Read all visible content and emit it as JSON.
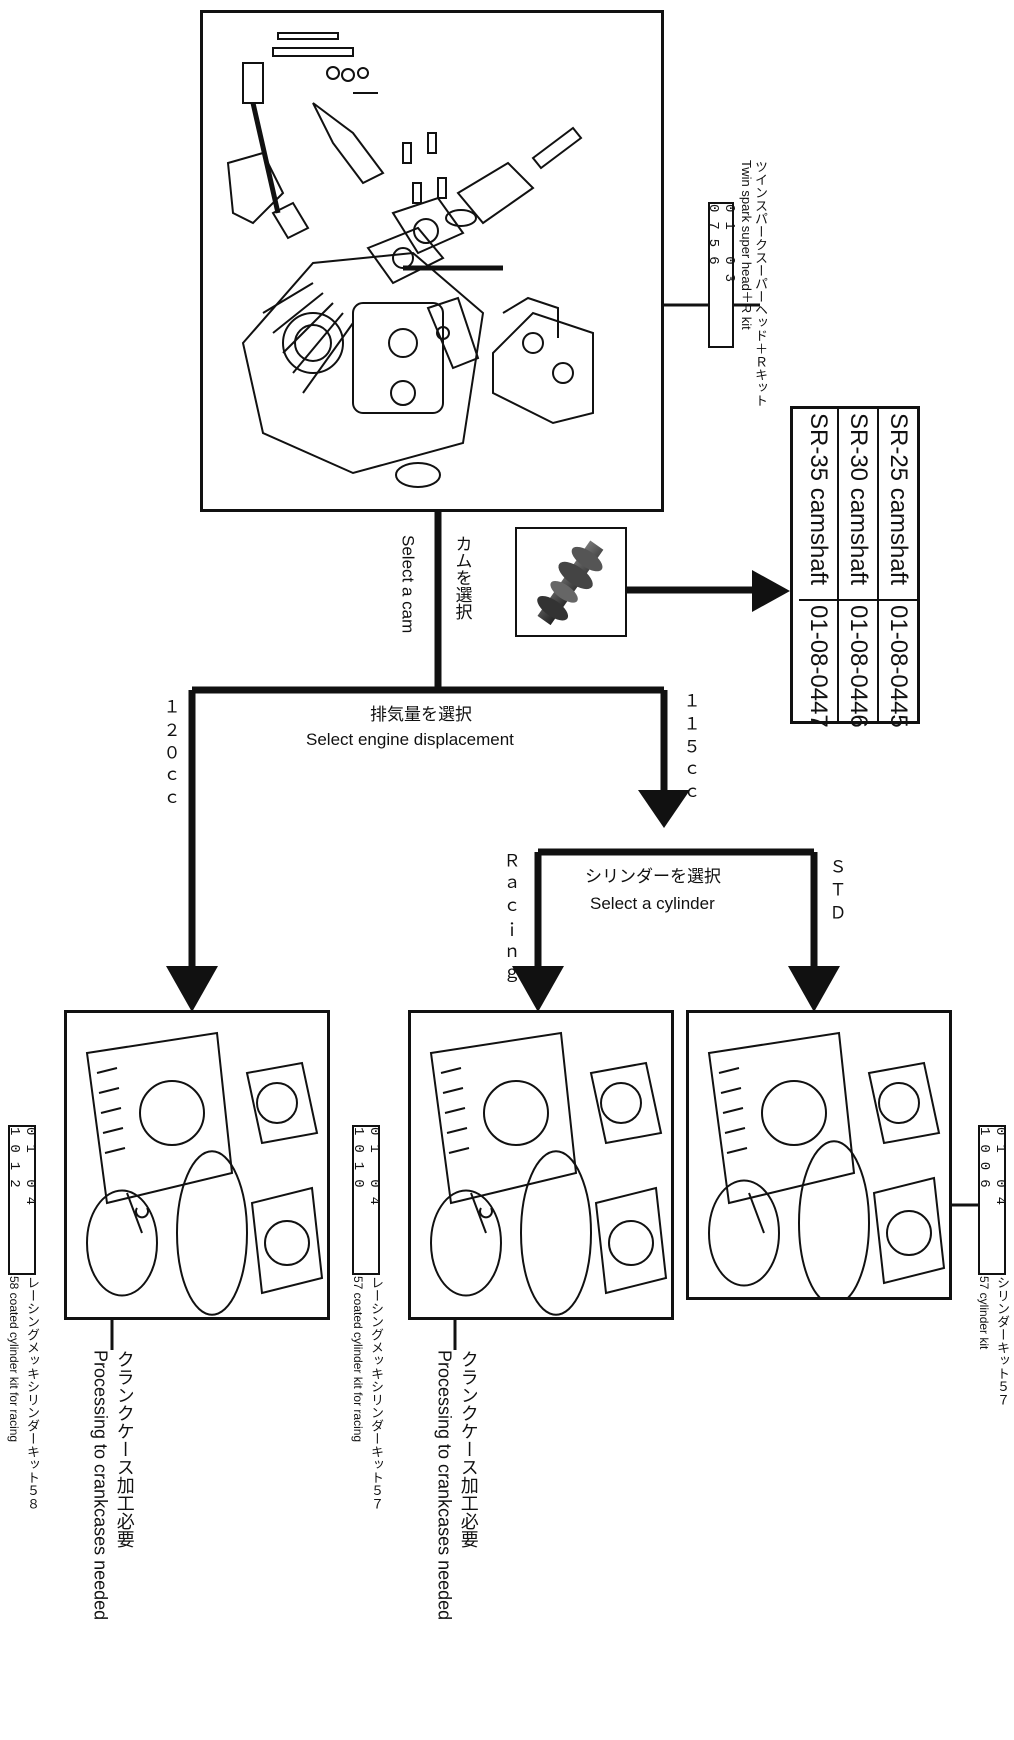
{
  "head_kit": {
    "code": "01  03  0756",
    "label_ja": "ツインスパークスーパーヘッド＋Ｒキット",
    "label_en": "Twin spark super head＋R kit"
  },
  "cam": {
    "title_ja": "カムを選択",
    "title_en": "Select a cam",
    "options": [
      {
        "name": "SR-25  camshaft",
        "part": "01-08-0445"
      },
      {
        "name": "SR-30  camshaft",
        "part": "01-08-0446"
      },
      {
        "name": "SR-35  camshaft",
        "part": "01-08-0447"
      }
    ]
  },
  "displacement": {
    "title_ja": "排気量を選択",
    "title_en": "Select engine displacement",
    "left": "１２０ｃｃ",
    "right": "１１５ｃｃ"
  },
  "cylinder": {
    "title_ja": "シリンダーを選択",
    "title_en": "Select a cylinder",
    "left": "Ｒａｃｉｎｇ",
    "right": "ＳＴＤ"
  },
  "kits": [
    {
      "code": "01  04  1012",
      "label_ja": "レーシングメッキシリンダーキット５８",
      "label_en": "58  coated cylinder kit for racing",
      "note_ja": "クランクケース加工必要",
      "note_en": "Processing to crankcases needed"
    },
    {
      "code": "01  04  1010",
      "label_ja": "レーシングメッキシリンダーキット５７",
      "label_en": "57  coated cylinder kit for racing",
      "note_ja": "クランクケース加工必要",
      "note_en": "Processing to crankcases needed"
    },
    {
      "code": "01  04  1006",
      "label_ja": "シリンダーキット５７",
      "label_en": "57    cylinder kit"
    }
  ]
}
